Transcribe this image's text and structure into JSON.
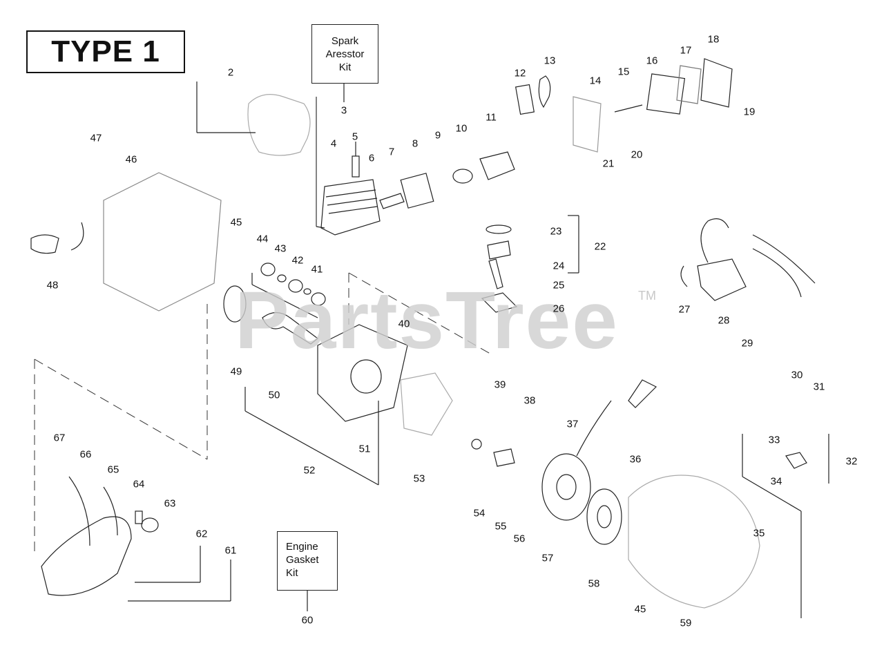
{
  "title": "TYPE 1",
  "watermark": "PartsTree",
  "trademark": "TM",
  "kits": {
    "spark_arrestor": [
      "Spark",
      "Aresstor",
      "Kit"
    ],
    "engine_gasket": [
      "Engine",
      "Gasket",
      "Kit"
    ]
  },
  "part_labels": [
    "2",
    "3",
    "4",
    "5",
    "6",
    "7",
    "8",
    "9",
    "10",
    "11",
    "12",
    "13",
    "14",
    "15",
    "16",
    "17",
    "18",
    "19",
    "20",
    "21",
    "22",
    "23",
    "24",
    "25",
    "26",
    "27",
    "28",
    "29",
    "30",
    "31",
    "32",
    "33",
    "34",
    "35",
    "36",
    "37",
    "38",
    "39",
    "40",
    "41",
    "42",
    "43",
    "44",
    "45",
    "45",
    "46",
    "47",
    "48",
    "49",
    "50",
    "51",
    "52",
    "53",
    "54",
    "55",
    "56",
    "57",
    "58",
    "59",
    "60",
    "61",
    "62",
    "63",
    "64",
    "65",
    "66",
    "67"
  ]
}
